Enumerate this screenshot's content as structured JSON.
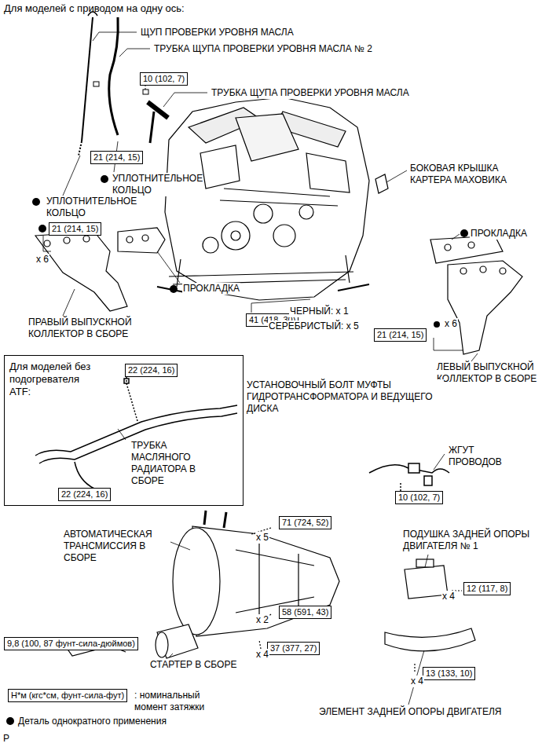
{
  "diagram": {
    "title": "Для моделей с приводом на одну ось:",
    "nodes": [
      {
        "text": [
          "10 (102, 7)"
        ]
      },
      {
        "text": [
          "21 (214, 15)"
        ]
      },
      {
        "text": [
          "21 (214, 15)"
        ]
      },
      {
        "text": [
          "41 (418, 30)"
        ]
      },
      {
        "text": [
          "21 (214, 15)"
        ]
      },
      {
        "text": [
          "Для моделей без подогревателя ATF:"
        ]
      },
      {
        "text": [
          "22 (224, 16)"
        ],
        "in": 5
      },
      {
        "text": [
          "22 (224, 16)"
        ],
        "in": 5
      },
      {
        "text": [
          "10 (102, 7)"
        ]
      },
      {
        "text": [
          "71 (724, 52)"
        ]
      },
      {
        "text": [
          "12 (117, 8)"
        ]
      },
      {
        "text": [
          "58 (591, 43)"
        ]
      },
      {
        "text": [
          "9,8 (100, 87 фунт-сила-дюймов)"
        ]
      },
      {
        "text": [
          "37 (377, 27)"
        ]
      },
      {
        "text": [
          "13 (133, 10)"
        ]
      },
      {
        "text": [
          "Н*м (кгс*см, фунт-сила-фут)"
        ]
      }
    ],
    "labels": [
      "ЩУП ПРОВЕРКИ УРОВНЯ МАСЛА",
      "ТРУБКА ЩУПА ПРОВЕРКИ УРОВНЯ МАСЛА № 2",
      "ТРУБКА ЩУПА ПРОВЕРКИ УРОВНЯ МАСЛА",
      "УПЛОТНИТЕЛЬНОЕ КОЛЬЦО",
      "БОКОВАЯ КРЫШКА КАРТЕРА МАХОВИКА",
      "УПЛОТНИТЕЛЬНОЕ КОЛЬЦО",
      "ПРОКЛАДКА",
      "x 6",
      "ПРОКЛАДКА",
      "ЧЕРНЫЙ: x 1",
      "ПРАВЫЙ ВЫПУСКНОЙ КОЛЛЕКТОР В СБОРЕ",
      "СЕРЕБРИСТЫЙ: x 5",
      "x 6",
      "ЛЕВЫЙ ВЫПУСКНОЙ КОЛЛЕКТОР В СБОРЕ",
      "УСТАНОВОЧНЫЙ БОЛТ МУФТЫ ГИДРОТРАНСФОРМАТОРА И ВЕДУЩЕГО ДИСКА",
      "ТРУБКА МАСЛЯНОГО РАДИАТОРА В СБОРЕ",
      "ЖГУТ ПРОВОДОВ",
      "АВТОМАТИЧЕСКАЯ ТРАНСМИССИЯ В СБОРЕ",
      "x 5",
      "ПОДУШКА ЗАДНЕЙ ОПОРЫ ДВИГАТЕЛЯ № 1",
      "x 4",
      "x 2",
      "x 4",
      "СТАРТЕР В СБОРЕ",
      "x 4",
      ": номинальный момент затяжки",
      "ЭЛЕМЕНТ ЗАДНЕЙ ОПОРЫ ДВИГАТЕЛЯ",
      "P"
    ],
    "legend": [
      {
        "text": "Деталь однократного применения",
        "color": "#000000"
      }
    ]
  }
}
